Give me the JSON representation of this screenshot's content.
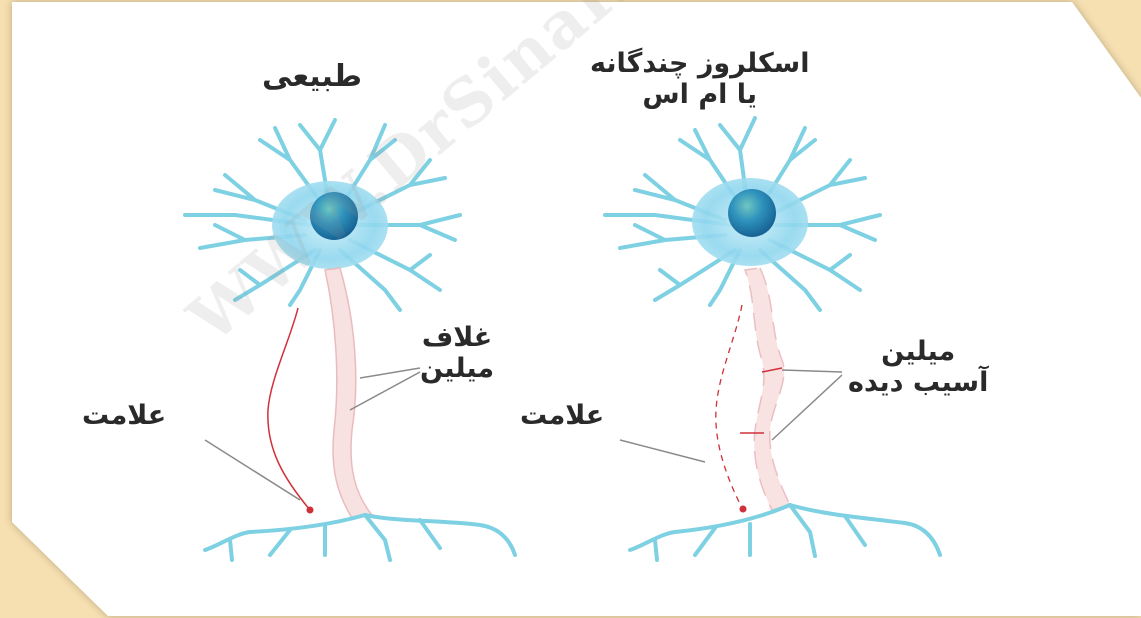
{
  "colors": {
    "background_border": "#f6dfb0",
    "panel": "#ffffff",
    "dendrite": "#7ed0e3",
    "soma": "#8fd6ee",
    "nucleus": "#1f7fae",
    "axon_sheath": "#f2c9cc",
    "signal": "#d0303a",
    "pointer_line": "#8a8a8a"
  },
  "diagram": {
    "normal_title": "طبیعی",
    "ms_title_line1": "اسکلروز چندگانه",
    "ms_title_line2": "یا ام اس",
    "sheath_line1": "غلاف",
    "sheath_line2": "میلین",
    "damaged_line1": "میلین",
    "damaged_line2": "آسیب دیده",
    "signal_left": "علامت",
    "signal_right": "علامت",
    "watermark": "WWW.DrSinaRadi.co"
  }
}
